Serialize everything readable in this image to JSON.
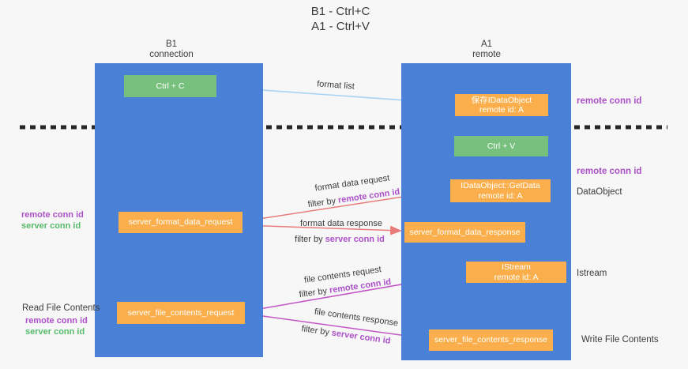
{
  "title": {
    "line1": "B1 - Ctrl+C",
    "line2": "A1 - Ctrl+V"
  },
  "columns": {
    "left": {
      "name": "B1",
      "subtitle": "connection"
    },
    "right": {
      "name": "A1",
      "subtitle": "remote"
    }
  },
  "nodes": {
    "ctrl_c": "Ctrl + C",
    "ctrl_v": "Ctrl + V",
    "save_dataobject": {
      "line1": "保存IDataObject",
      "line2": "remote id: A"
    },
    "getdata": {
      "line1": "IDataObject::GetData",
      "line2": "remote id: A"
    },
    "istream": {
      "line1": "IStream",
      "line2": "remote id: A"
    },
    "format_request": "server_format_data_request",
    "format_response": "server_format_data_response",
    "file_request": "server_file_contents_request",
    "file_response": "server_file_contents_response"
  },
  "labels": {
    "format_list": "format list",
    "format_data_request": "format data request",
    "format_data_response": "format data response",
    "file_contents_request": "file contents request",
    "file_contents_response": "file contents response",
    "filter_by": "filter by ",
    "remote_conn_id": "remote conn id",
    "server_conn_id": "server conn id",
    "dataobject": "DataObject",
    "istream_side": "Istream",
    "read_file_contents": "Read File Contents",
    "write_file_contents": "Write File Contents"
  },
  "colors": {
    "background": "#f7f7f7",
    "column_blue": "#4A80D6",
    "node_green": "#77C07D",
    "node_orange": "#FAAF4C",
    "purple_text": "#AC50C8",
    "green_text": "#56BA69",
    "arrow_blue": "#A6D3F3",
    "arrow_red": "#E97C7A",
    "arrow_magenta": "#C255C6",
    "arrow_black": "#2e2e2e",
    "dashed_line": "#262626",
    "text_dark": "#3b3b3b"
  }
}
